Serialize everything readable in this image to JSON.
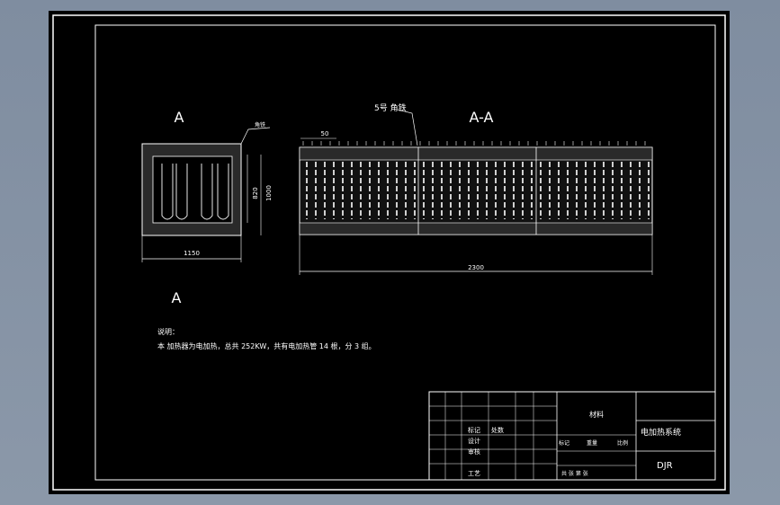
{
  "drawing": {
    "view_left_label": "A",
    "view_right_label": "A-A",
    "section_label": "A",
    "callout_rebar": "5号 角铁",
    "callout_left": "角铁",
    "dim_left_width": "1150",
    "dim_left_inner": "820",
    "dim_left_height": "1000",
    "dim_right_top": "50",
    "dim_right_length": "2300",
    "notes_title": "说明：",
    "notes_text": "本 加热器为电加热，总共 252KW，共有电加热管 14 根，分 3 组。"
  },
  "title_block": {
    "row_labels": [
      "标记",
      "设计",
      "审核",
      "工艺"
    ],
    "row_vals": [
      "处数",
      "",
      "",
      ""
    ],
    "scale_label": "标记",
    "weight_label": "重量",
    "ratio_label": "比例",
    "sheet_label": "共 张 第 张",
    "drawing_title": "电加热系统",
    "material": "材料",
    "drawing_no": "DJR"
  }
}
